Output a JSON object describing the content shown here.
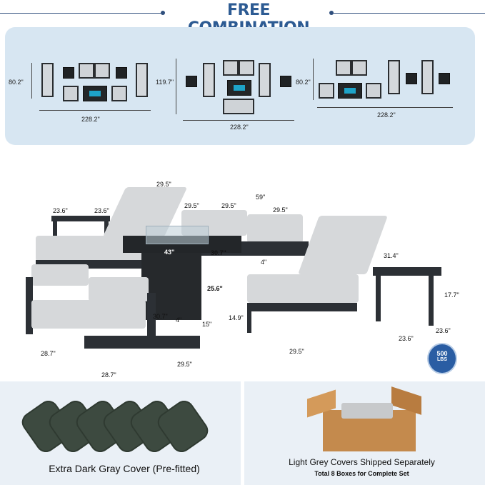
{
  "header": {
    "title": "FREE COMBINATION"
  },
  "combinations": [
    {
      "height": "80.2\"",
      "width": "228.2\""
    },
    {
      "height": "119.7\"",
      "width": "228.2\""
    },
    {
      "height": "80.2\"",
      "width": "228.2\""
    }
  ],
  "product": {
    "lounger_left_width": "29.5\"",
    "side_table_left_a": "23.6\"",
    "side_table_left_b": "23.6\"",
    "sofa_total": "59\"",
    "sofa_depth": "29.5\"",
    "sofa_seat_a": "29.5\"",
    "sofa_seat_b": "29.5\"",
    "fire_table_depth": "43\"",
    "fire_table_width": "30.7\"",
    "fire_table_height": "25.6\"",
    "fire_table_leg": "4\"",
    "fire_table_base": "15\"",
    "lounger_back_height": "31.4\"",
    "lounger_seat_height": "14.9\"",
    "lounger_right_width": "29.5\"",
    "side_table_right_h": "17.7\"",
    "side_table_right_a": "23.6\"",
    "side_table_right_b": "23.6\"",
    "chair_height": "30.7\"",
    "chair_leg": "4\"",
    "chair_width_a": "28.7\"",
    "chair_width_b": "28.7\"",
    "chair_depth": "29.5\""
  },
  "badge": {
    "value": "500",
    "unit": "LBS"
  },
  "bottom": {
    "cover_caption": "Extra Dark Gray Cover (Pre-fitted)",
    "box_caption_1": "Light Grey Covers Shipped Separately",
    "box_caption_2": "Total 8 Boxes for Complete Set"
  },
  "colors": {
    "accent": "#2d5b93",
    "panel": "#d7e6f2",
    "frame": "#2c3035",
    "cushion": "#d6d8da",
    "cover": "#3d4a40"
  }
}
